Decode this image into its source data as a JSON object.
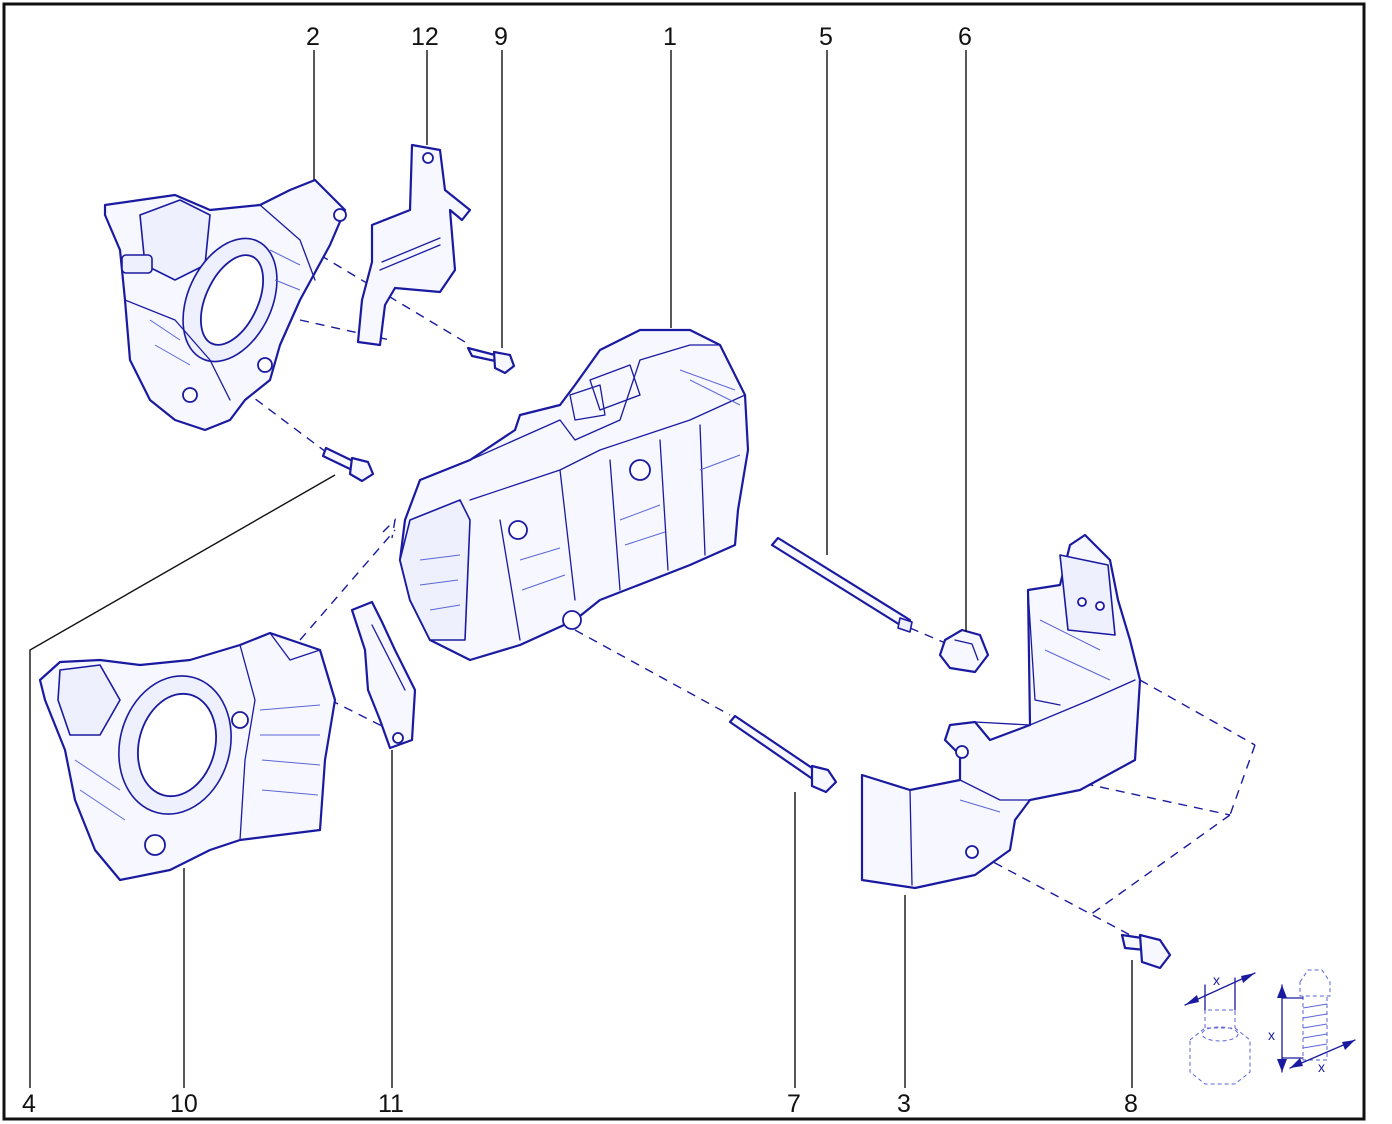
{
  "diagram": {
    "ink_color": "#1a1aa0",
    "frame_color": "#111111",
    "callouts": [
      {
        "id": "c1",
        "label": "1"
      },
      {
        "id": "c2",
        "label": "2"
      },
      {
        "id": "c3",
        "label": "3"
      },
      {
        "id": "c4",
        "label": "4"
      },
      {
        "id": "c5",
        "label": "5"
      },
      {
        "id": "c6",
        "label": "6"
      },
      {
        "id": "c7",
        "label": "7"
      },
      {
        "id": "c8",
        "label": "8"
      },
      {
        "id": "c9",
        "label": "9"
      },
      {
        "id": "c10",
        "label": "10"
      },
      {
        "id": "c11",
        "label": "11"
      },
      {
        "id": "c12",
        "label": "12"
      }
    ],
    "dimension_marker": "x"
  }
}
